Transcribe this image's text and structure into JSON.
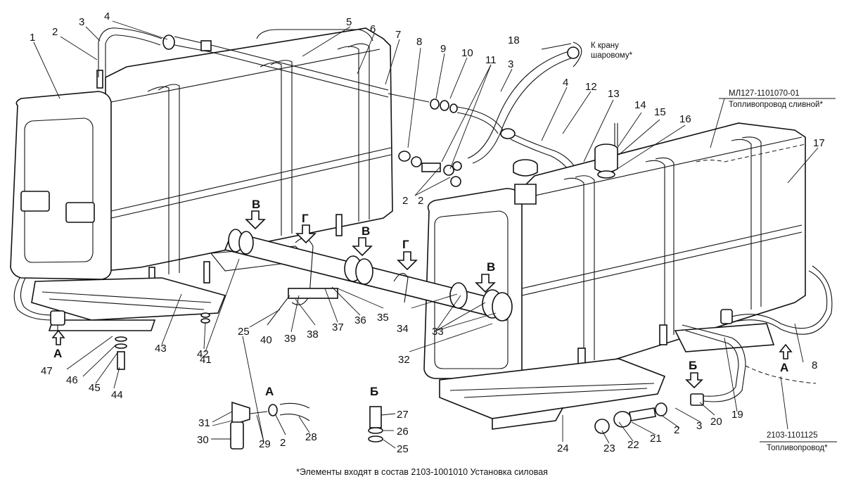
{
  "callouts": [
    "1",
    "2",
    "3",
    "4",
    "5",
    "6",
    "7",
    "8",
    "9",
    "10",
    "11",
    "3",
    "4",
    "12",
    "13",
    "14",
    "15",
    "16",
    "17",
    "18",
    "2",
    "2",
    "8",
    "19",
    "20",
    "3",
    "2",
    "21",
    "22",
    "23",
    "24",
    "32",
    "33",
    "34",
    "35",
    "36",
    "37",
    "38",
    "39",
    "40",
    "25",
    "41",
    "42",
    "43",
    "47",
    "46",
    "45",
    "44",
    "31",
    "30",
    "29",
    "2",
    "28",
    "27",
    "26",
    "25"
  ],
  "view_letters": {
    "V1": "В",
    "G1": "Г",
    "V2": "В",
    "G2": "Г",
    "V3": "В",
    "A_left": "А",
    "A_right": "А",
    "B_right": "Б",
    "detail_A": "А",
    "detail_B": "Б"
  },
  "notes": {
    "to_valve_line1": "К крану",
    "to_valve_line2": "шаровому*",
    "drain_code": "МЛ127-1101070-01",
    "drain_name": "Топливопровод сливной*",
    "fuel_code": "2103-1101125",
    "fuel_name": "Топливопровод*"
  },
  "footnote": "*Элементы входят в состав 2103-1001010 Установка силовая"
}
